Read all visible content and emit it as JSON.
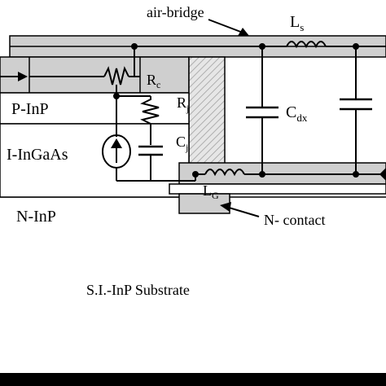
{
  "labels": {
    "air_bridge": "air-bridge",
    "ls_main": "L",
    "ls_sub": "s",
    "rc_main": "R",
    "rc_sub": "c",
    "rj_main": "R",
    "rj_sub": "j",
    "cj_main": "C",
    "cj_sub": "j",
    "cdx_main": "C",
    "cdx_sub": "dx",
    "lg_main": "L",
    "lg_sub": "G",
    "p_inp": "P-InP",
    "i_ingaas": "I-InGaAs",
    "n_inp": "N-InP",
    "n_contact": "N- contact",
    "substrate": "S.I.-InP Substrate"
  },
  "colors": {
    "metal_gray": "#cfcfcf",
    "hatch_gray": "#bdbdbd",
    "line": "#000000",
    "background": "#ffffff"
  }
}
